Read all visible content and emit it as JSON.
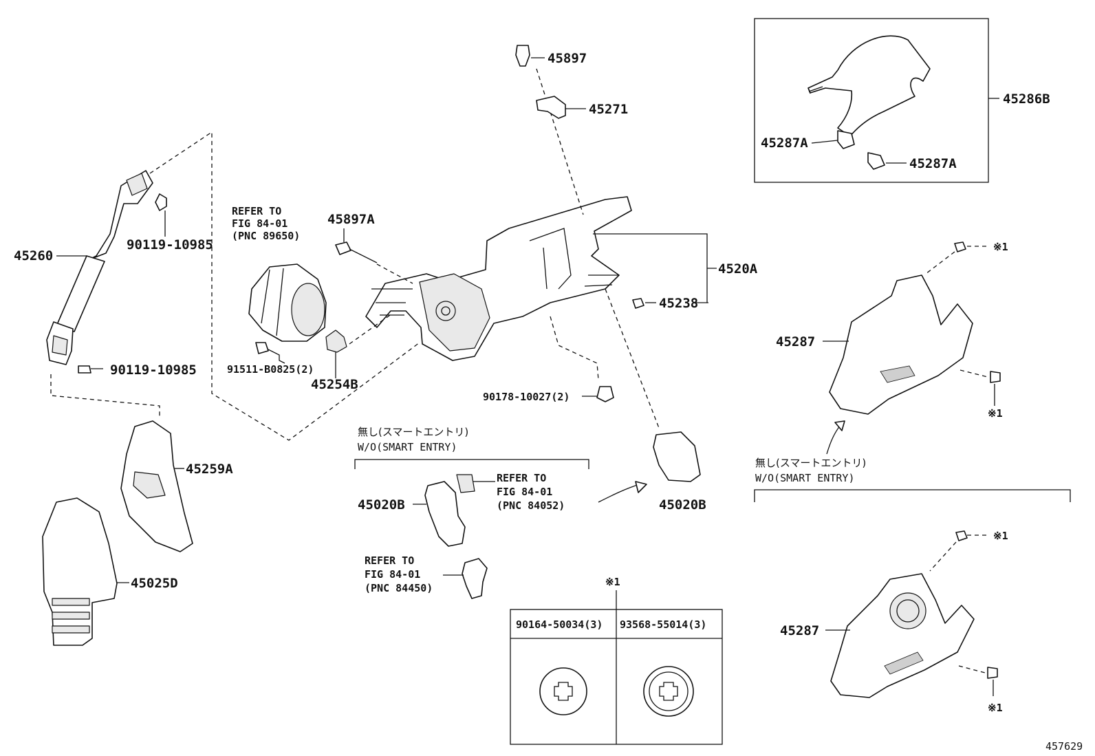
{
  "diagram_code": "457629",
  "part_numbers": {
    "p45897": "45897",
    "p45271": "45271",
    "p45286B": "45286B",
    "p45287A_1": "45287A",
    "p45287A_2": "45287A",
    "p45260": "45260",
    "p90119_a": "90119-10985",
    "p90119_b": "90119-10985",
    "p45897A": "45897A",
    "p4520A": "4520A",
    "p45238": "45238",
    "p45287_top": "45287",
    "p45287_bot": "45287",
    "p91511": "91511-B0825(2)",
    "p45254B": "45254B",
    "p90178": "90178-10027(2)",
    "p45259A": "45259A",
    "p45020B_left": "45020B",
    "p45020B_right": "45020B",
    "p45025D": "45025D"
  },
  "refs": {
    "r89650": [
      "REFER TO",
      "FIG 84-01",
      "(PNC 89650)"
    ],
    "r84052": [
      "REFER TO",
      "FIG 84-01",
      "(PNC 84052)"
    ],
    "r84450": [
      "REFER TO",
      "FIG 84-01",
      "(PNC 84450)"
    ]
  },
  "notes": {
    "wo_jp_center": "無し(スマートエントリ)",
    "wo_en_center": "W/O(SMART ENTRY)",
    "wo_jp_right": "無し(スマートエントリ)",
    "wo_en_right": "W/O(SMART ENTRY)"
  },
  "marks": {
    "m1": "※1",
    "m2": "※1",
    "m3": "※1",
    "m4": "※1",
    "m5": "※1"
  },
  "fastener_table": {
    "col1": "90164-50034(3)",
    "col2": "93568-55014(3)"
  }
}
